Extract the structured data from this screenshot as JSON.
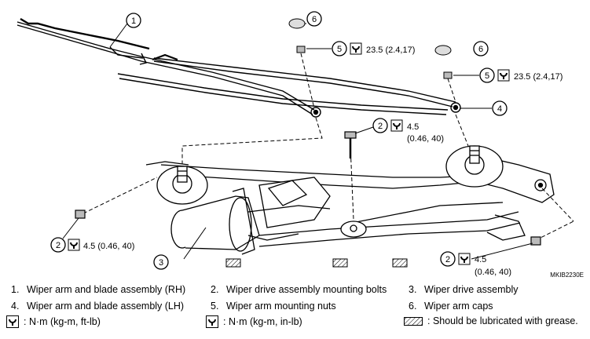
{
  "callouts": [
    {
      "num": "1",
      "value": ""
    },
    {
      "num": "6",
      "value": ""
    },
    {
      "num": "5",
      "value": "23.5 (2.4,17)"
    },
    {
      "num": "6",
      "value": ""
    },
    {
      "num": "5",
      "value": "23.5 (2.4,17)"
    },
    {
      "num": "4",
      "value": ""
    },
    {
      "num": "2",
      "value": "4.5",
      "value2": "(0.46, 40)"
    },
    {
      "num": "2",
      "value": "4.5 (0.46, 40)"
    },
    {
      "num": "3",
      "value": ""
    },
    {
      "num": "2",
      "value": "4.5",
      "value2": "(0.46, 40)"
    }
  ],
  "ref_code": "MKIB2230E",
  "legend": [
    {
      "num": "1.",
      "label": "Wiper arm and blade assembly (RH)"
    },
    {
      "num": "2.",
      "label": "Wiper drive assembly mounting bolts"
    },
    {
      "num": "3.",
      "label": "Wiper drive assembly"
    },
    {
      "num": "4.",
      "label": "Wiper arm and blade assembly (LH)"
    },
    {
      "num": "5.",
      "label": "Wiper arm mounting nuts"
    },
    {
      "num": "6.",
      "label": "Wiper arm caps"
    }
  ],
  "keys": [
    {
      "icon": "torque-wrench-icon",
      "label": ": N·m (kg-m, ft-lb)"
    },
    {
      "icon": "torque-socket-icon",
      "label": ": N·m (kg-m, in-lb)"
    },
    {
      "icon": "grease-icon",
      "label": ": Should be lubricated with grease."
    }
  ]
}
